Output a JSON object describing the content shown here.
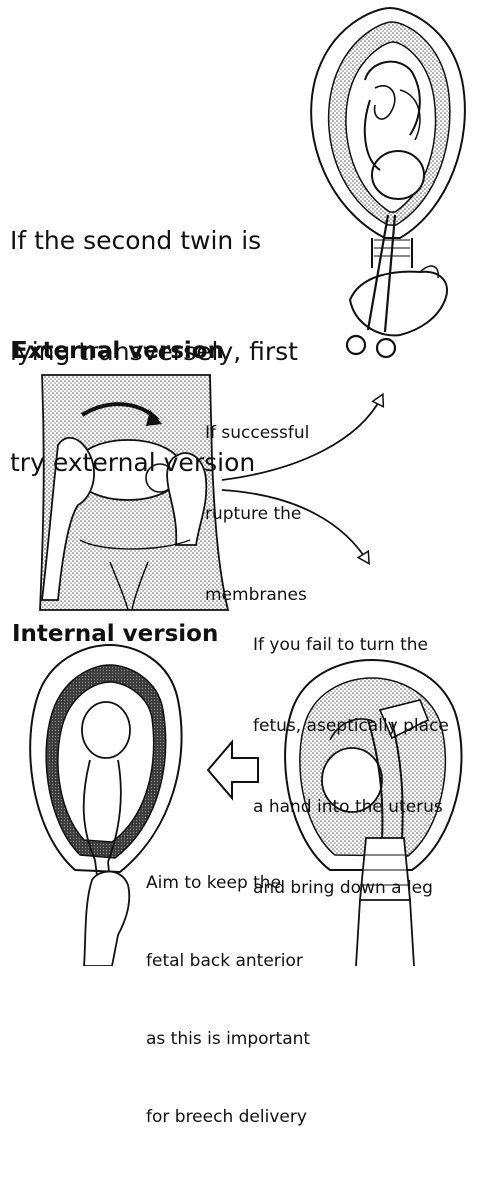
{
  "intro": {
    "line1": "If the second twin is",
    "line2": "lying transversely, first",
    "line3": "try external version"
  },
  "headings": {
    "external": "External version",
    "internal": "Internal version"
  },
  "notes": {
    "success": {
      "line1": "If successful",
      "line2": "rupture the",
      "line3": "membranes"
    },
    "fail": {
      "line1": "If you fail to turn the",
      "line2": "fetus, aseptically place",
      "line3": "a hand into the uterus",
      "line4": "and bring down a leg"
    },
    "aim": {
      "line1": "Aim to keep the",
      "line2": "fetal back anterior",
      "line3": "as this is important",
      "line4": "for breech delivery"
    }
  },
  "colors": {
    "ink": "#111111",
    "stipple": "#b8b8b8",
    "dark_fill": "#2a2a2a"
  }
}
